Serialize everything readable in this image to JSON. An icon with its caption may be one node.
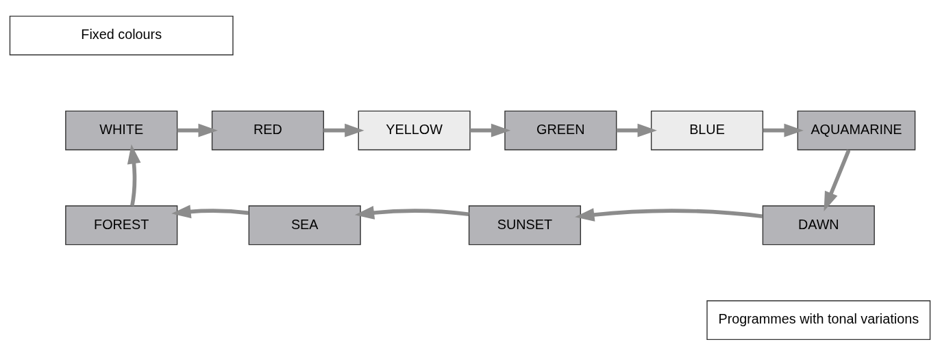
{
  "diagram": {
    "nodes": [
      {
        "text": [
          "Fixed colours"
        ]
      },
      {
        "text": [
          "WHITE"
        ]
      },
      {
        "text": [
          "RED"
        ]
      },
      {
        "text": [
          "YELLOW"
        ]
      },
      {
        "text": [
          "GREEN"
        ]
      },
      {
        "text": [
          "BLUE"
        ]
      },
      {
        "text": [
          "AQUAMARINE"
        ]
      },
      {
        "text": [
          "FOREST"
        ]
      },
      {
        "text": [
          "SEA"
        ]
      },
      {
        "text": [
          "SUNSET"
        ]
      },
      {
        "text": [
          "DAWN"
        ]
      },
      {
        "text": [
          "Programmes with tonal variations"
        ]
      }
    ],
    "edges": [
      {
        "from": 1,
        "to": 2,
        "arrow": "to"
      },
      {
        "from": 2,
        "to": 3,
        "arrow": "to"
      },
      {
        "from": 3,
        "to": 4,
        "arrow": "to"
      },
      {
        "from": 4,
        "to": 5,
        "arrow": "to"
      },
      {
        "from": 5,
        "to": 6,
        "arrow": "to"
      },
      {
        "from": 6,
        "to": 10,
        "arrow": "to"
      },
      {
        "from": 10,
        "to": 9,
        "arrow": "to"
      },
      {
        "from": 9,
        "to": 8,
        "arrow": "to"
      },
      {
        "from": 8,
        "to": 7,
        "arrow": "to"
      },
      {
        "from": 7,
        "to": 1,
        "arrow": "to"
      }
    ]
  }
}
